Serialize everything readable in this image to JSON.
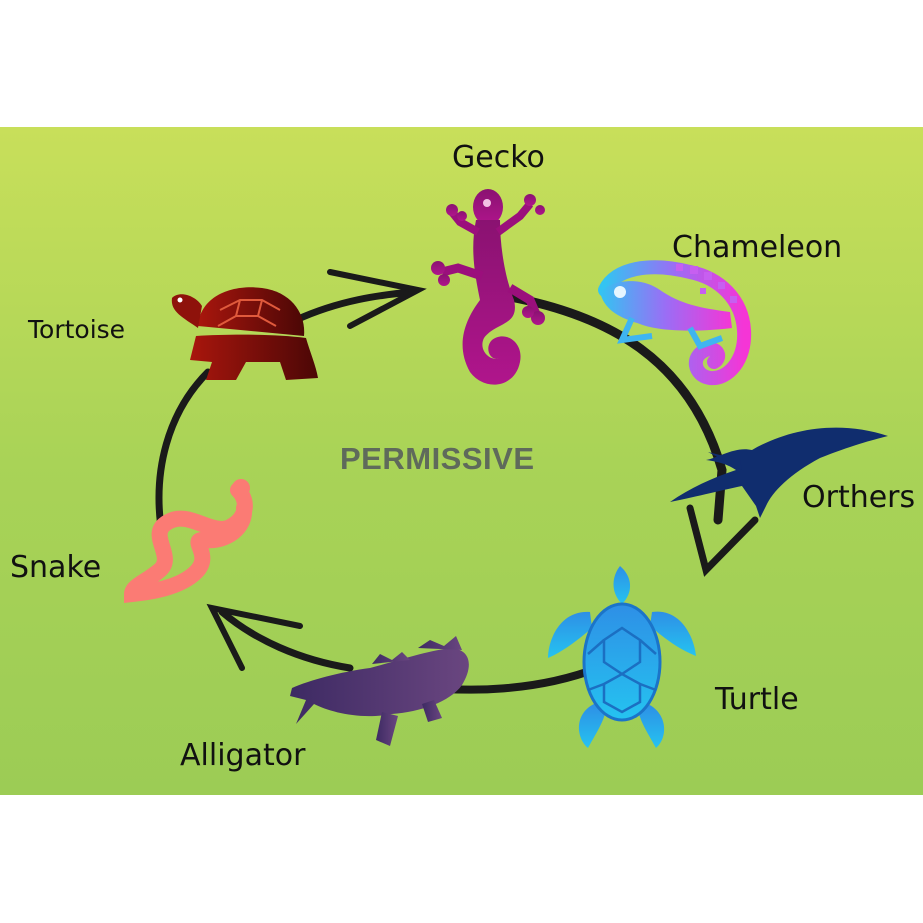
{
  "center_label": "PERMISSIVE",
  "animals": [
    {
      "key": "gecko",
      "label": "Gecko",
      "color": "#9b0f7c",
      "icon": "gecko-icon"
    },
    {
      "key": "chameleon",
      "label": "Chameleon",
      "color": "#b56bf5",
      "icon": "chameleon-icon"
    },
    {
      "key": "others",
      "label": "Orthers",
      "color": "#0d2a6b",
      "icon": "pterodactyl-icon"
    },
    {
      "key": "turtle",
      "label": "Turtle",
      "color": "#2f9be8",
      "icon": "sea-turtle-icon"
    },
    {
      "key": "alligator",
      "label": "Alligator",
      "color": "#5a3f77",
      "icon": "alligator-icon"
    },
    {
      "key": "snake",
      "label": "Snake",
      "color": "#fb7b74",
      "icon": "snake-icon"
    },
    {
      "key": "tortoise",
      "label": "Tortoise",
      "color": "#7b0c08",
      "icon": "tortoise-icon"
    }
  ],
  "colors": {
    "background": "#b2d657",
    "cycle_stroke": "#1a1a1a"
  }
}
